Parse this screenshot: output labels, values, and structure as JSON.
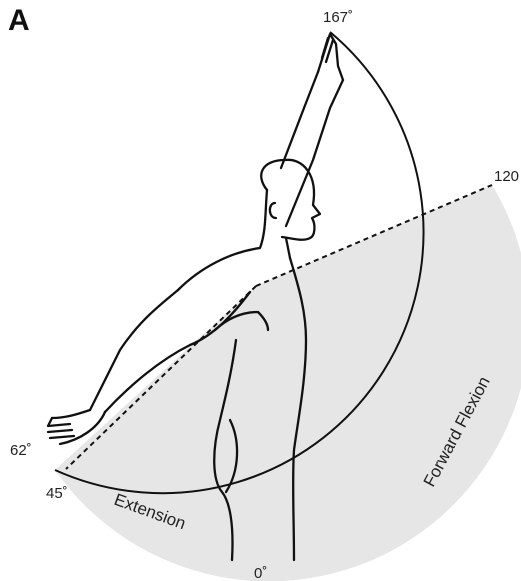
{
  "figure": {
    "panel_letter": "A",
    "range_colors": {
      "shaded_region": "#e6e6e6",
      "outline": "#111111"
    },
    "angle_labels": {
      "max_flexion": "167˚",
      "flexion_120": "120",
      "extension_62": "62˚",
      "extension_45": "45˚",
      "neutral": "0˚"
    },
    "region_labels": {
      "forward_flexion": "Forward Flexion",
      "extension": "Extension"
    },
    "icons": [
      "human-figure-silhouette"
    ]
  }
}
